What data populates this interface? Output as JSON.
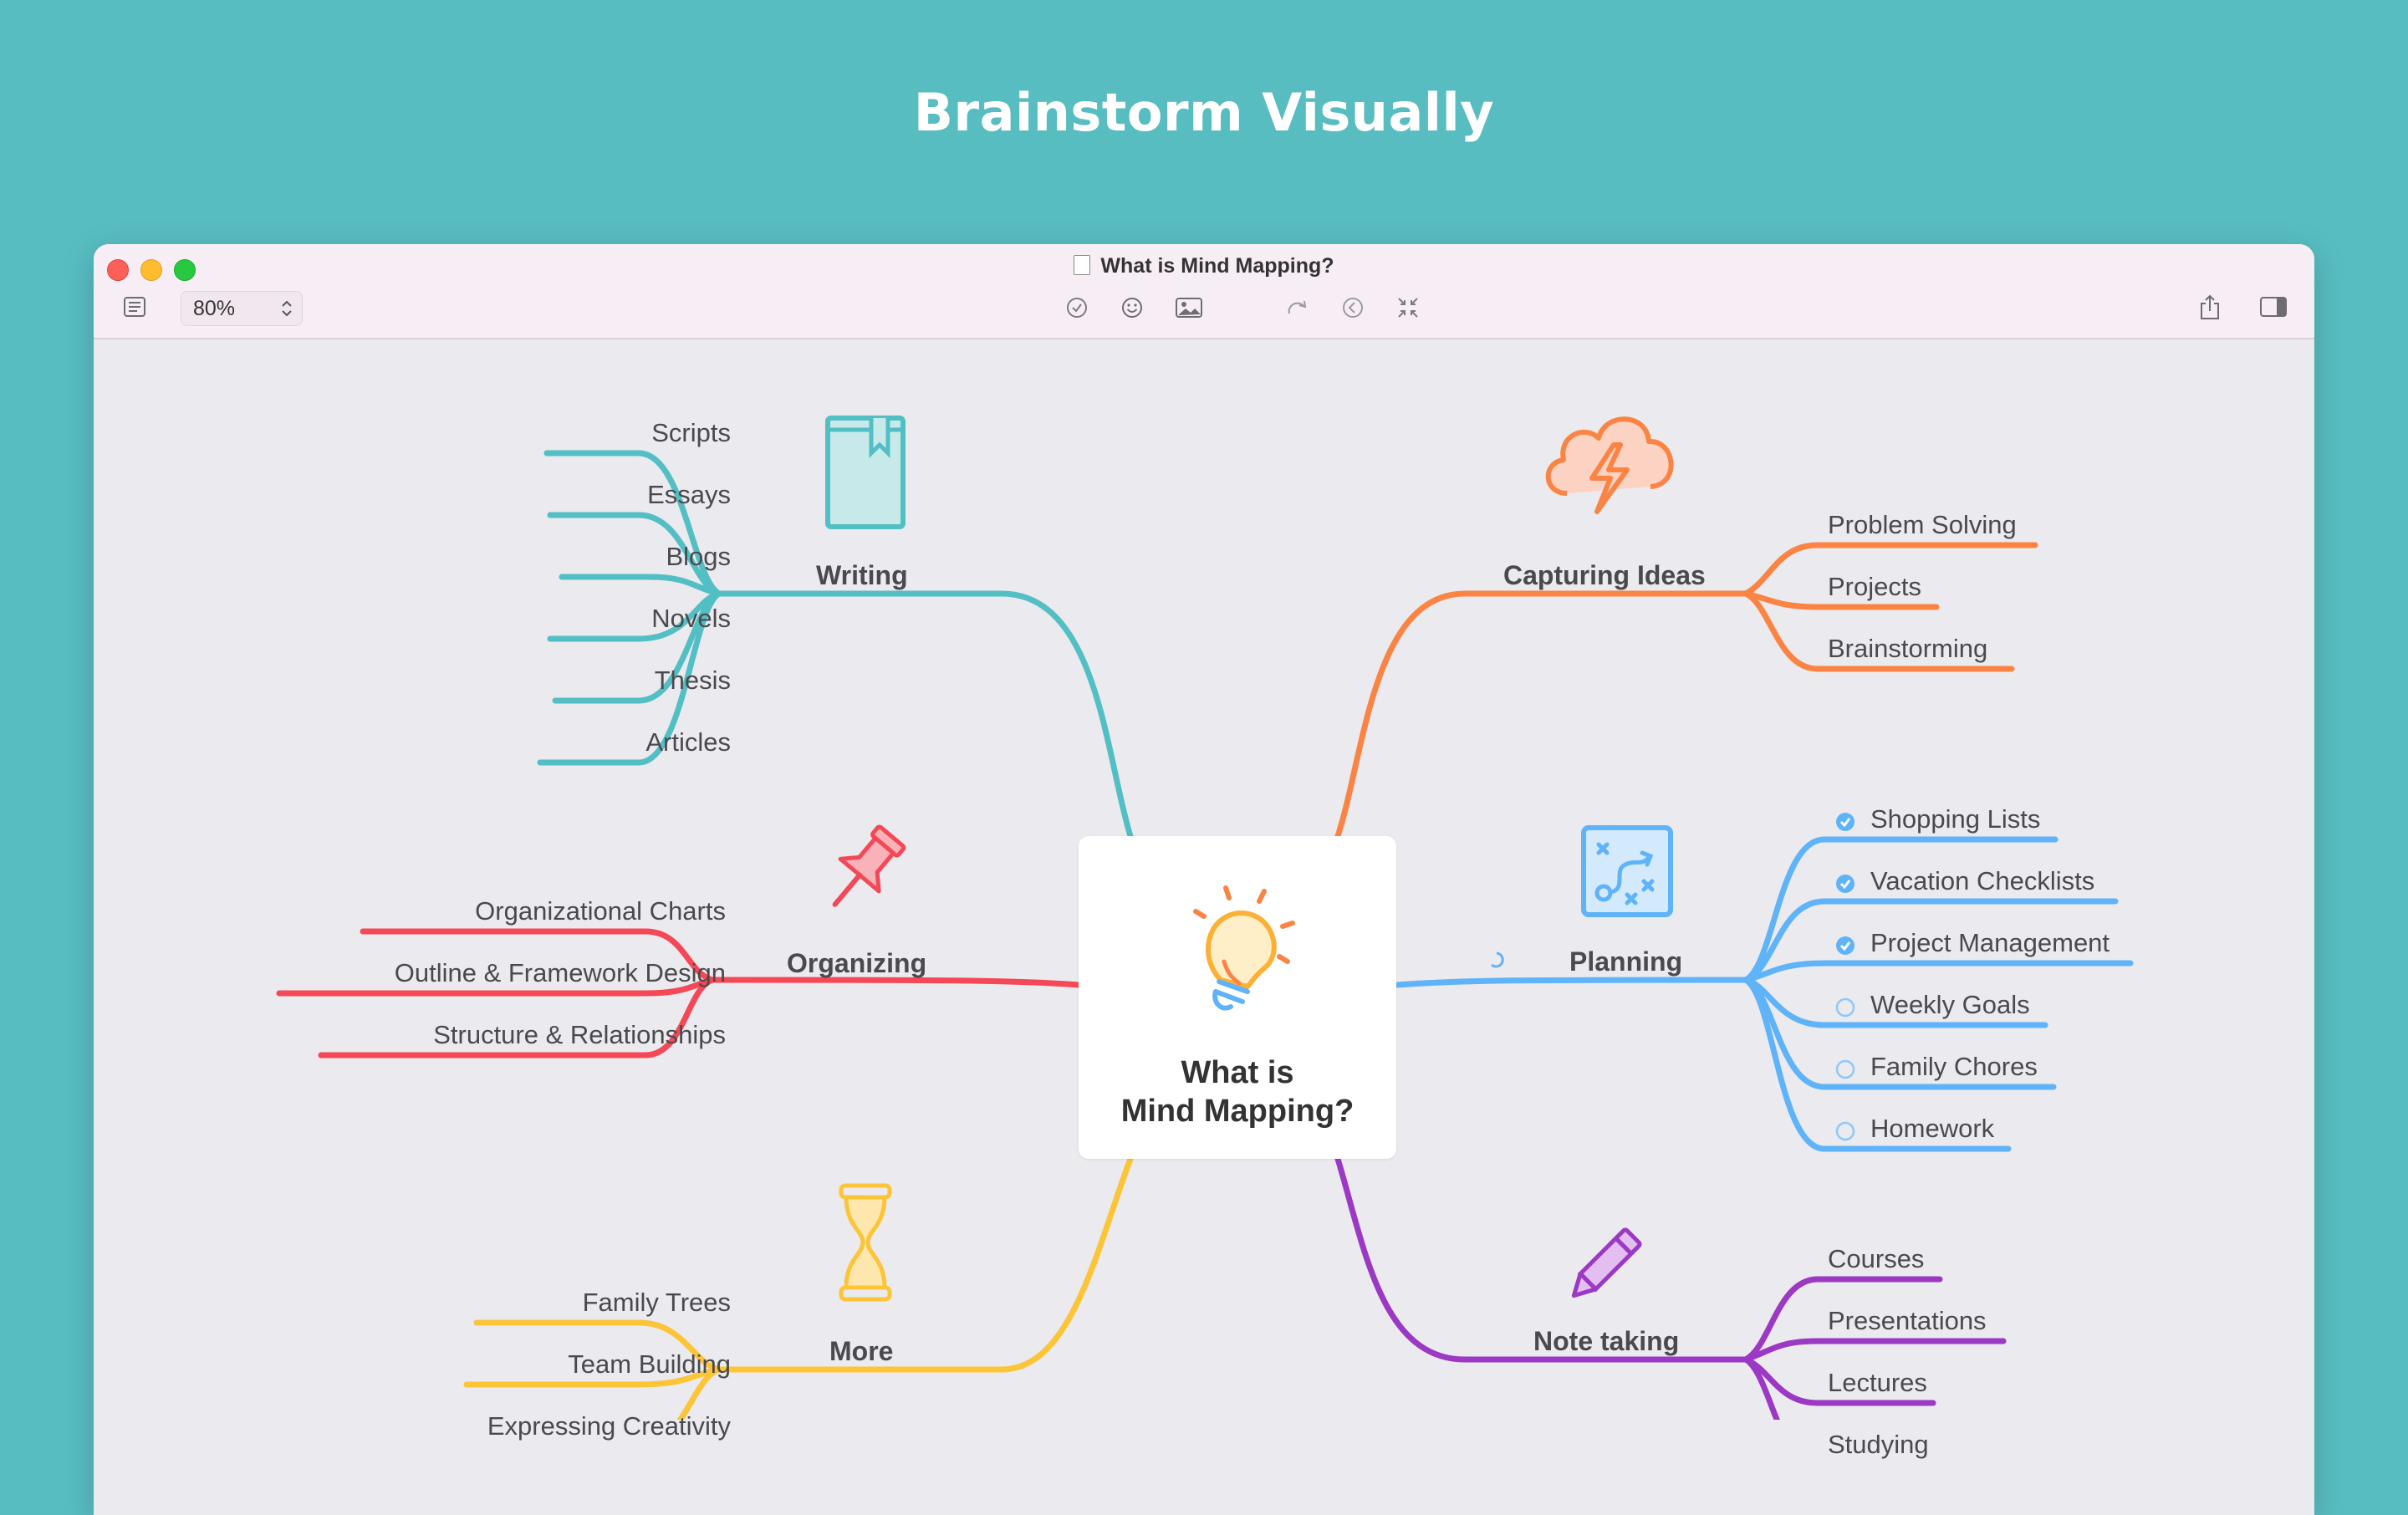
{
  "hero_title": "Brainstorm Visually",
  "window": {
    "title": "What is Mind Mapping?",
    "zoom": "80%"
  },
  "toolbar_icons": [
    "outline-icon",
    "task-check-icon",
    "emoji-icon",
    "image-icon",
    "redo-icon",
    "back-icon",
    "collapse-icon",
    "share-icon",
    "sidebar-icon"
  ],
  "center": {
    "line1": "What is",
    "line2": "Mind Mapping?"
  },
  "branches": {
    "writing": {
      "label": "Writing",
      "color": "#52bfc4",
      "items": [
        "Scripts",
        "Essays",
        "Blogs",
        "Novels",
        "Thesis",
        "Articles"
      ]
    },
    "organizing": {
      "label": "Organizing",
      "color": "#f54856",
      "items": [
        "Organizational Charts",
        "Outline & Framework Design",
        "Structure & Relationships"
      ]
    },
    "more": {
      "label": "More",
      "color": "#fcc437",
      "items": [
        "Family Trees",
        "Team Building",
        "Expressing Creativity"
      ]
    },
    "capturing": {
      "label": "Capturing Ideas",
      "color": "#fb8444",
      "items": [
        "Problem Solving",
        "Projects",
        "Brainstorming"
      ]
    },
    "planning": {
      "label": "Planning",
      "color": "#5fb3f8",
      "items": [
        {
          "label": "Shopping Lists",
          "done": true
        },
        {
          "label": "Vacation Checklists",
          "done": true
        },
        {
          "label": "Project Management",
          "done": true
        },
        {
          "label": "Weekly Goals",
          "done": false
        },
        {
          "label": "Family Chores",
          "done": false
        },
        {
          "label": "Homework",
          "done": false
        }
      ]
    },
    "notetaking": {
      "label": "Note taking",
      "color": "#9b38c4",
      "items": [
        "Courses",
        "Presentations",
        "Lectures",
        "Studying"
      ]
    }
  }
}
